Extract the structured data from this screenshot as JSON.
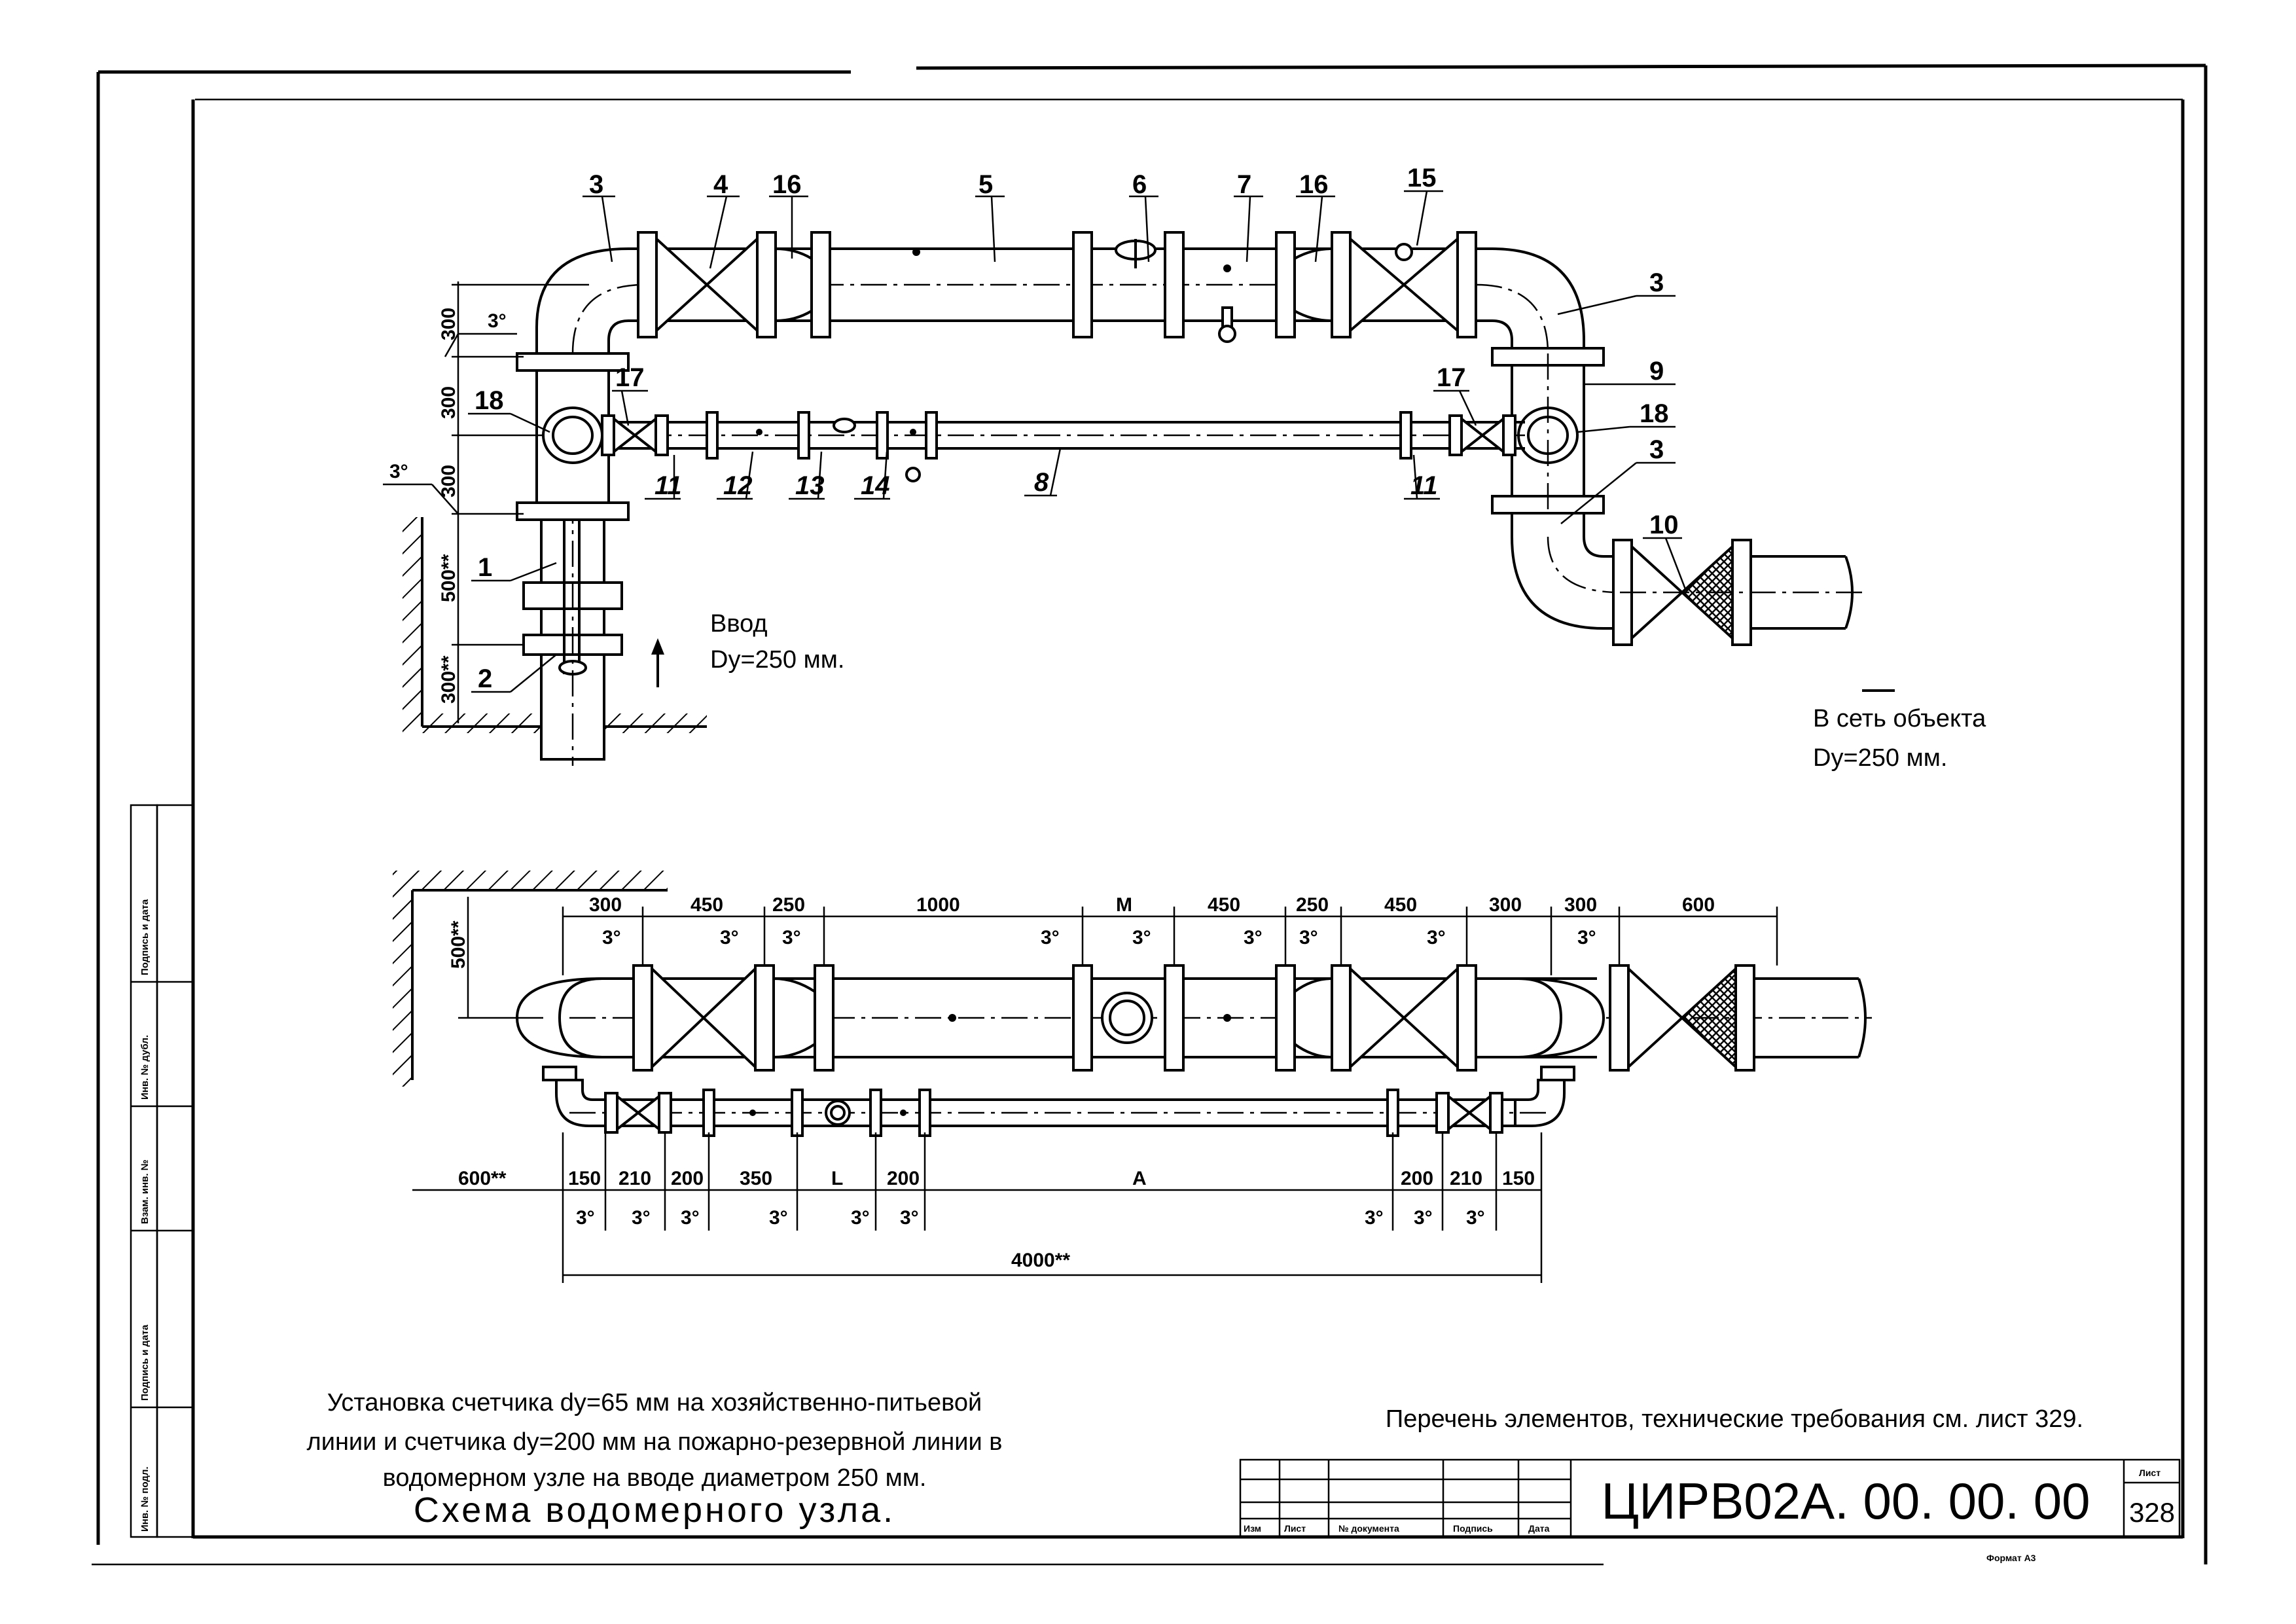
{
  "top_labels": [
    "3",
    "4",
    "16",
    "5",
    "6",
    "7",
    "16",
    "15",
    "3",
    "9",
    "18",
    "3",
    "10",
    "18",
    "17",
    "17",
    "11",
    "12",
    "13",
    "14",
    "8",
    "11",
    "1",
    "2",
    "3°",
    "3°"
  ],
  "top_dims_vertical": [
    "300",
    "300",
    "300",
    "500**",
    "300**"
  ],
  "inlet_note": {
    "line1": "Ввод",
    "line2": "Dy=250 мм."
  },
  "outlet_note": {
    "line1": "В сеть объекта",
    "line2": "Dy=250 мм."
  },
  "bottom_dims_top": [
    "300",
    "450",
    "250",
    "1000",
    "M",
    "450",
    "250",
    "450",
    "300",
    "300",
    "600"
  ],
  "bottom_dims_bottom": [
    "600**",
    "150",
    "210",
    "200",
    "350",
    "L",
    "200",
    "A",
    "200",
    "210",
    "150"
  ],
  "bottom_total": "4000**",
  "bottom_left_vertical": "500**",
  "angle_mark": "3°",
  "caption_lines": [
    "Установка счетчика dy=65 мм на хозяйственно-питьевой",
    "линии и счетчика dy=200 мм на пожарно-резервной линии в",
    "водомерном узле на вводе диаметром 250 мм."
  ],
  "caption_title": "Схема водомерного узла.",
  "reference_note": "Перечень элементов, технические требования см. лист 329.",
  "doc_code": "ЦИРВ02А. 00. 00. 00",
  "sheet_label": "Лист",
  "sheet_number": "328",
  "format_label": "Формат А3",
  "stamp_columns": [
    "Изм",
    "Лист",
    "№ документа",
    "Подпись",
    "Дата"
  ],
  "side_fields": [
    "Подпись и дата",
    "Инв. № дубл.",
    "Взам. инв. №",
    "Подпись и дата",
    "Инв. № подл."
  ]
}
